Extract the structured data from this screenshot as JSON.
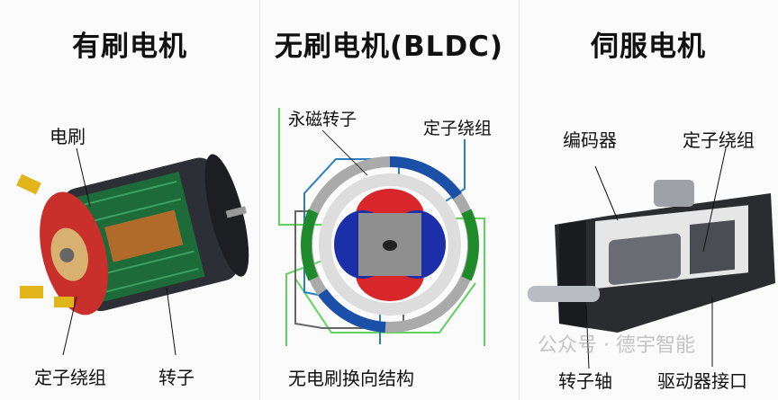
{
  "panels": [
    {
      "title": "有刷电机",
      "labels": {
        "brush": "电刷",
        "stator": "定子绕组",
        "rotor": "转子"
      }
    },
    {
      "title": "无刷电机(BLDC)",
      "labels": {
        "magnet_rotor": "永磁转子",
        "stator": "定子绕组",
        "commutation": "无电刷换向结构"
      }
    },
    {
      "title": "伺服电机",
      "labels": {
        "encoder": "编码器",
        "stator": "定子绕组",
        "shaft": "转子轴",
        "driver": "驱动器接口"
      }
    }
  ],
  "watermark": "公众号 · 德宇智能",
  "colors": {
    "red": "#d9262b",
    "blue": "#1b2fa8",
    "green": "#1f8a2a",
    "gray": "#8a8a8a",
    "line_blue": "#2a7fc0",
    "line_green": "#5fd35f"
  }
}
